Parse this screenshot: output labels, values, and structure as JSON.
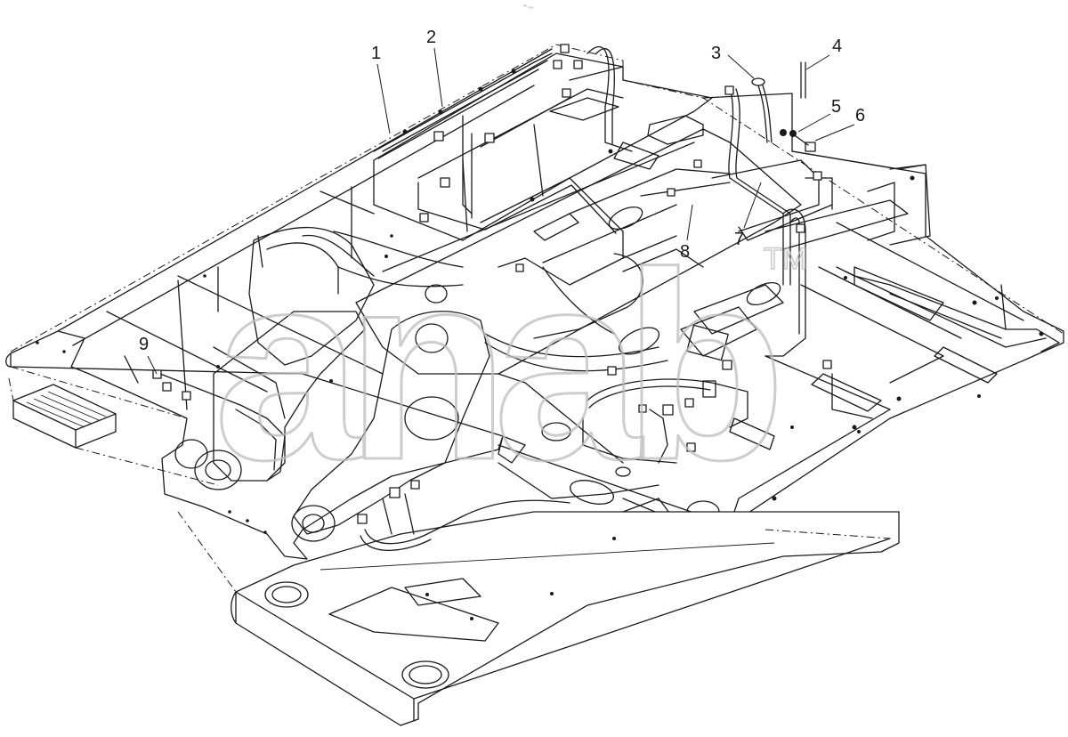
{
  "header": {
    "mark": "⁰⁰ ₀₀₀"
  },
  "watermark": {
    "text": "ana",
    "text2": "b",
    "tm": "TM"
  },
  "callouts": [
    {
      "label": "1"
    },
    {
      "label": "2"
    },
    {
      "label": "3"
    },
    {
      "label": "4"
    },
    {
      "label": "5"
    },
    {
      "label": "6"
    },
    {
      "label": "7"
    },
    {
      "label": "8"
    },
    {
      "label": "9"
    }
  ],
  "colors": {
    "line": "#1a1a1a",
    "watermark": "#bdbdbd",
    "background": "#ffffff"
  }
}
